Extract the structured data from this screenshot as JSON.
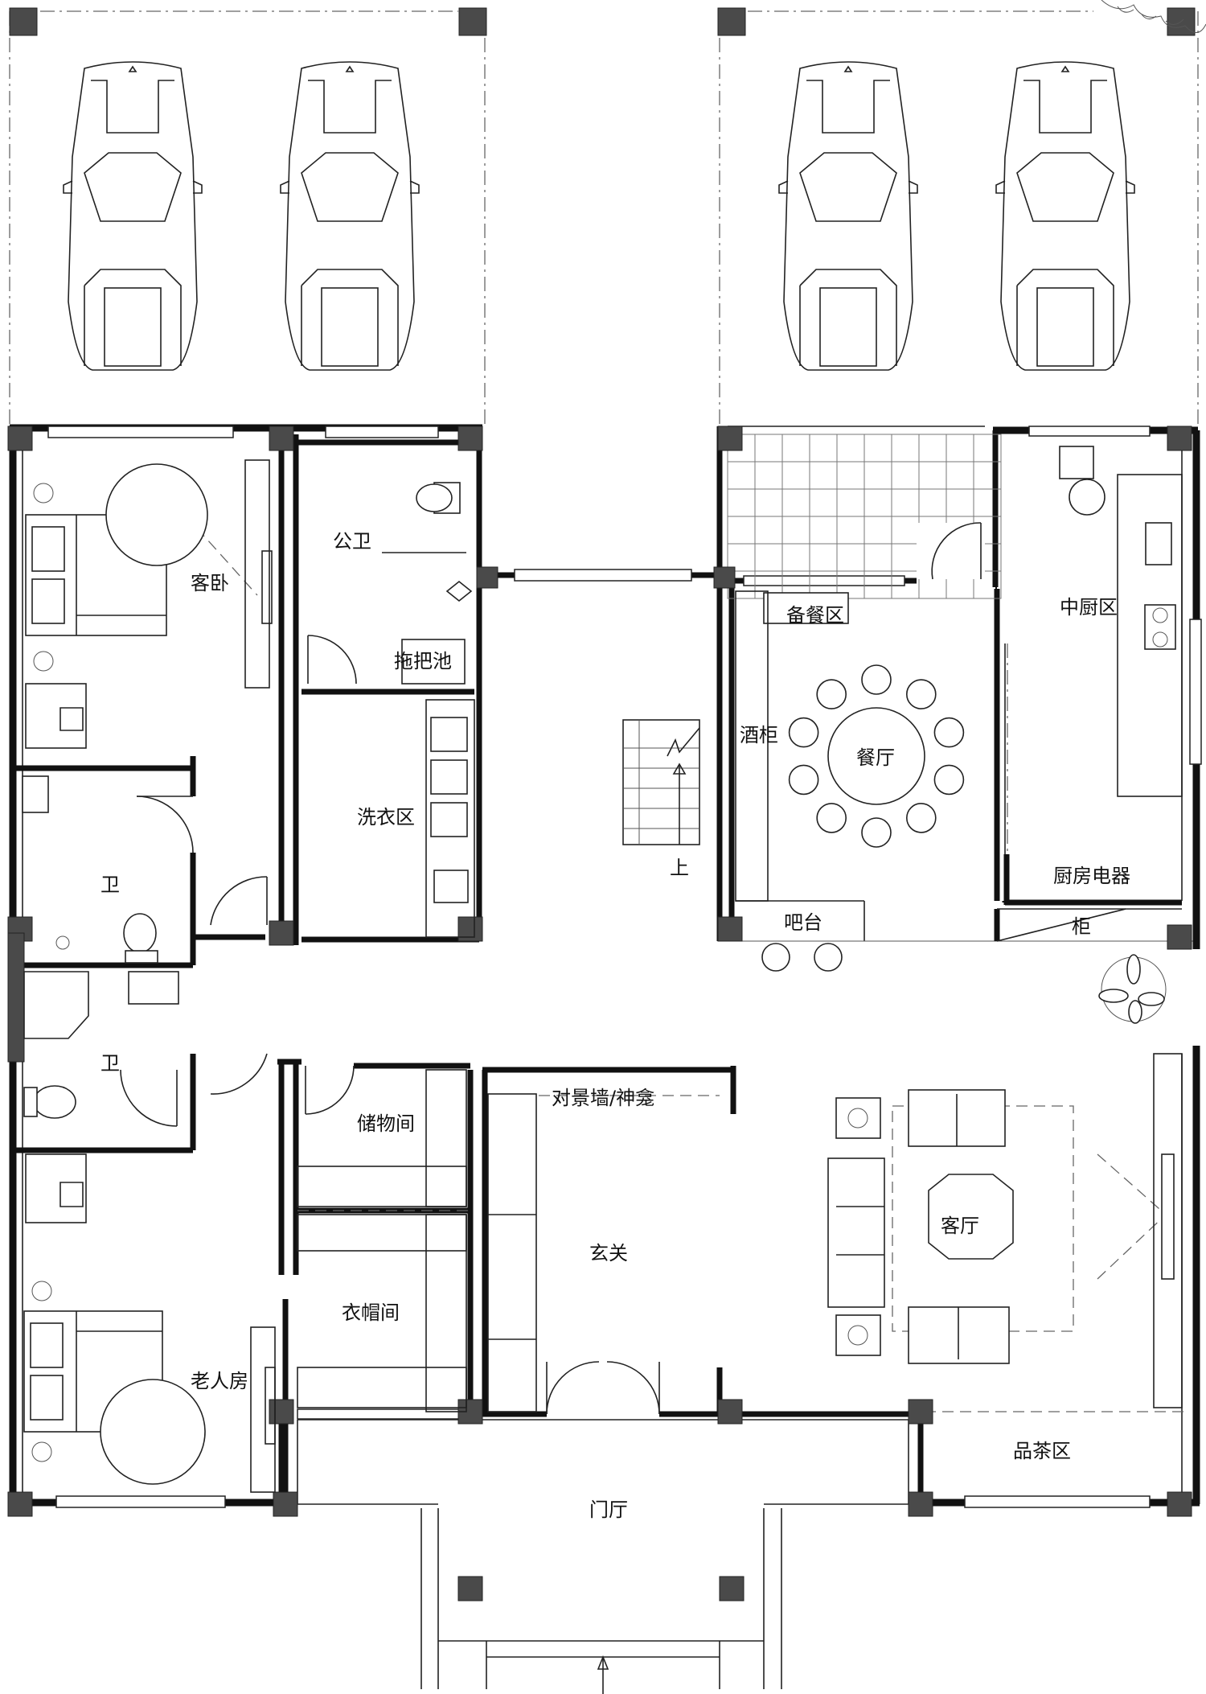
{
  "rooms": {
    "guest_bedroom": "客卧",
    "public_bath": "公卫",
    "mop_sink": "拖把池",
    "laundry": "洗衣区",
    "pantry": "备餐区",
    "wine_cabinet": "酒柜",
    "dining": "餐厅",
    "kitchen": "中厨区",
    "kitchen_appliances": "厨房电器",
    "bar": "吧台",
    "cabinet": "柜",
    "bath_upper": "卫",
    "bath_lower": "卫",
    "storage": "储物间",
    "feature_wall": "对景墙/神龛",
    "foyer": "玄关",
    "cloakroom": "衣帽间",
    "elder_room": "老人房",
    "living_room": "客厅",
    "tea_area": "品茶区",
    "entrance_hall": "门厅"
  },
  "stair_label": "上",
  "colors": {
    "line": "#111111",
    "column": "#4a4a4a",
    "background": "#ffffff"
  }
}
